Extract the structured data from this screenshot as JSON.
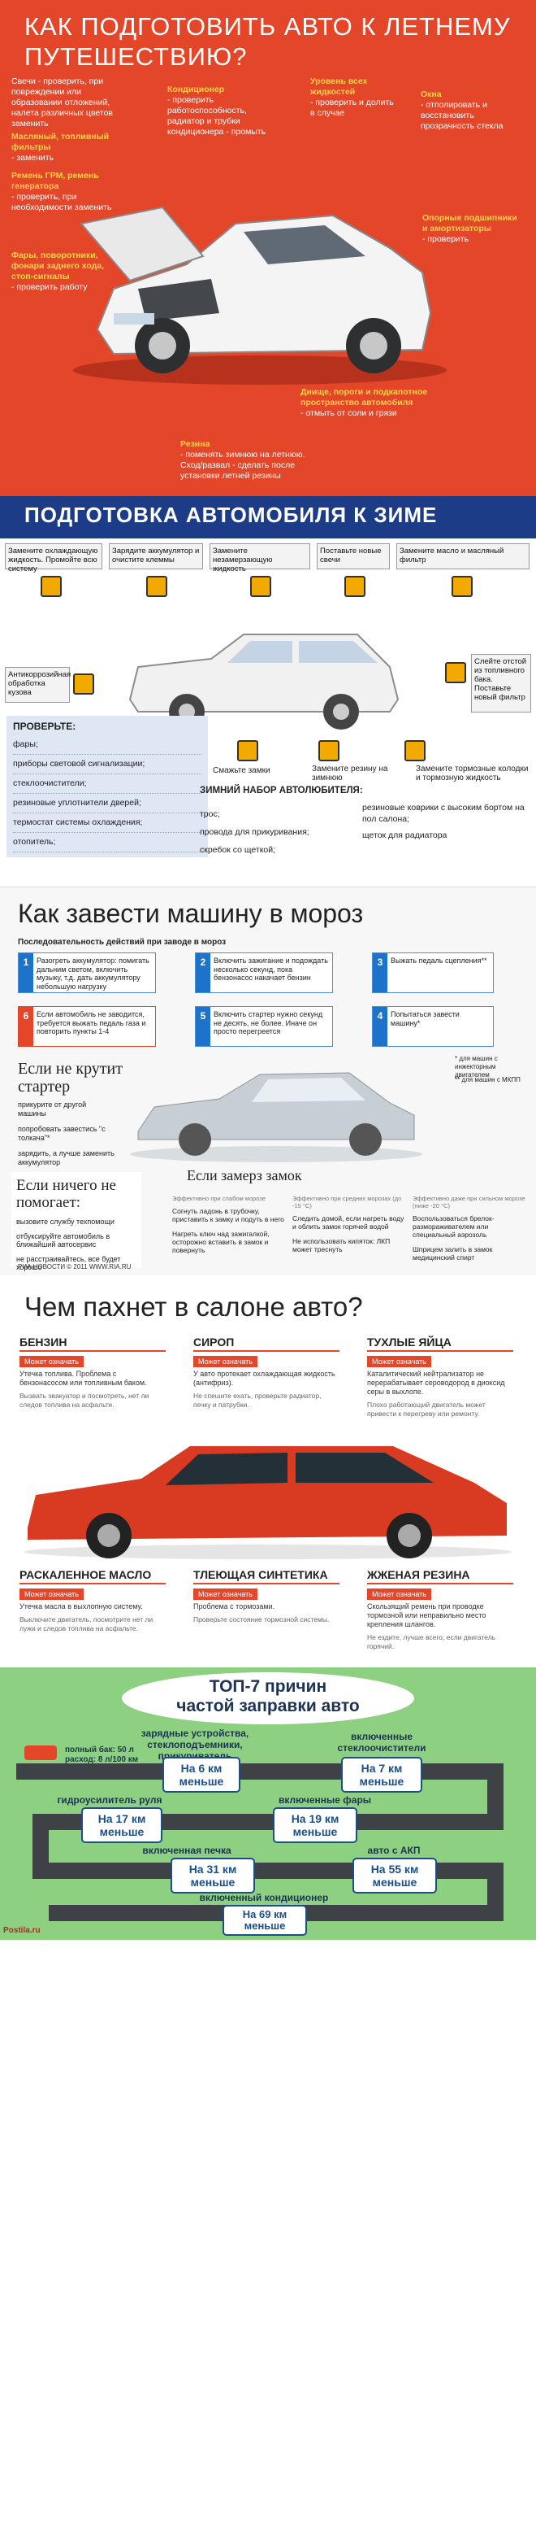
{
  "p1": {
    "title": "Как подготовить авто к летнему путешествию?",
    "callouts": {
      "svechi": "Свечи - проверить, при повреждении или образовании отложений, налета различных цветов заменить",
      "maslo_name": "Масляный, топливный фильтры",
      "maslo_text": "- заменить",
      "grm_name": "Ремень ГРМ, ремень генератора",
      "grm_text": "- проверить, при необходимости заменить",
      "fary_name": "Фары, поворотники, фонари заднего хода, стоп-сигналы",
      "fary_text": "- проверить работу",
      "kond_name": "Кондиционер",
      "kond_text": "- проверить работоспособность, радиатор и трубки кондиционера - промыть",
      "uroven_name": "Уровень всех жидкостей",
      "uroven_text": "- проверить и долить в случае",
      "okna_name": "Окна",
      "okna_text": "- отполировать и восстановить прозрачность стекла",
      "opor_name": "Опорные подшипники и амортизаторы",
      "opor_text": "- проверить",
      "dnishe_name": "Днище, пороги и подкапотное пространство автомобиля",
      "dnishe_text": "- отмыть от соли и грязи",
      "rezina_name": "Резина",
      "rezina_text": "- поменять зимнюю на летнюю. Сход/развал - сделать после установки летней резины"
    }
  },
  "p2": {
    "title": "ПОДГОТОВКА АВТОМОБИЛЯ К ЗИМЕ",
    "boxes": [
      "Замените охлаждающую жидкость. Промойте всю систему",
      "Зарядите аккумулятор и очистите клеммы",
      "Замените незамерзающую жидкость",
      "Поставьте новые свечи",
      "Замените масло и масляный фильтр"
    ],
    "antikor": "Антикоррозийная обработка кузова",
    "fuel": "Слейте отстой из топливного бака. Поставьте новый фильтр",
    "smazhte": "Смажьте замки",
    "rezina": "Замените резину на зимнюю",
    "kolodki": "Замените тормозные колодки и тормозную жидкость",
    "check_title": "ПРОВЕРЬТЕ:",
    "check_items": [
      "фары;",
      "приборы световой сигнализации;",
      "стеклоочистители;",
      "резиновые уплотнители дверей;",
      "термостат системы охлаждения;",
      "отопитель;"
    ],
    "kit_title": "ЗИМНИЙ НАБОР АВТОЛЮБИТЕЛЯ:",
    "kit_items": [
      "трос;",
      "резиновые коврики с высоким бортом на пол салона;",
      "провода для прикуривания;",
      "щеток для радиатора",
      "скребок со щеткой;"
    ]
  },
  "p3": {
    "title": "Как завести машину в мороз",
    "subtitle": "Последовательность действий при заводе в мороз",
    "steps": [
      {
        "n": "1",
        "t": "Разогреть аккумулятор: помигать дальним светом, включить музыку, т.д. дать аккумулятору небольшую нагрузку"
      },
      {
        "n": "2",
        "t": "Включить зажигание и подождать несколько секунд, пока бензонасос накачает бензин"
      },
      {
        "n": "3",
        "t": "Выжать педаль сцепления**"
      },
      {
        "n": "4",
        "t": "Попытаться завести машину*"
      },
      {
        "n": "5",
        "t": "Включить стартер нужно секунд не десять, не более. Иначе он просто перегреется"
      },
      {
        "n": "6",
        "t": "Если автомобиль не заводится, требуется выжать педаль газа и повторить пункты 1-4"
      }
    ],
    "note1": "* для машин с инжекторным двигателем",
    "note2": "** для машин с МКПП",
    "no_start_h": "Если не крутит стартер",
    "no_start_t1": "прикурите от другой машины",
    "no_start_t2": "попробовать завестись \"с толкача\"*",
    "no_start_t3": "зарядить, а лучше заменить аккумулятор",
    "lock_h": "Если замерз замок",
    "nothing_h": "Если ничего не помогает:",
    "nothing_items": [
      "вызовите службу техпомощи",
      "отбуксируйте автомобиль в ближайший автосервис",
      "не расстраивайтесь, все будет хорошо"
    ],
    "lock_cols": [
      {
        "e": "Эффективно при слабом морозе",
        "t": "Согнуть ладонь в трубочку, приставить к замку и подуть в него"
      },
      {
        "e": "Эффективно при средних морозах (до -15 °С)",
        "t": "Следить домой, если нагреть воду и облить замок горячей водой"
      },
      {
        "e": "Эффективно даже при сильном морозе (ниже -20 °С)",
        "t": "Воспользоваться брелок-размораживателем или специальный аэрозоль"
      }
    ],
    "lock_bottom": [
      "Нагреть ключ над зажигалкой, осторожно вставить в замок и повернуть",
      "Не использовать кипяток: ЛКП может треснуть",
      "Шприцем залить в замок медицинский спирт"
    ],
    "footer": "РИА НОВОСТИ © 2011  WWW.RIA.RU"
  },
  "p4": {
    "title": "Чем пахнет в салоне авто?",
    "tag": "Может означать",
    "smells": [
      {
        "n": "Бензин",
        "d": "Утечка топлива. Проблема с бензонасосом или топливным баком.",
        "w": "Вызвать эвакуатор и посмотреть, нет ли следов топлива на асфальте."
      },
      {
        "n": "Сироп",
        "d": "У авто протекает охлаждающая жидкость (антифриз).",
        "w": "Не спешите ехать, проверьте радиатор, печку и патрубки."
      },
      {
        "n": "Тухлые яйца",
        "d": "Каталитический нейтрализатор не перерабатывает сероводород в диоксид серы в выхлопе.",
        "w": "Плохо работающий двигатель может привести к перегреву или ремонту."
      },
      {
        "n": "Раскаленное масло",
        "d": "Утечка масла в выхлопную систему.",
        "w": "Выключите двигатель, посмотрите нет ли лужи и следов топлива на асфальте."
      },
      {
        "n": "Тлеющая синтетика",
        "d": "Проблема с тормозами.",
        "w": "Проверьте состояние тормозной системы."
      },
      {
        "n": "Жженая резина",
        "d": "Скользящий ремень при проводке тормозной или неправильно место крепления шлангов.",
        "w": "Не ездите, лучше всего, если двигатель горячий."
      }
    ]
  },
  "p5": {
    "title1": "ТОП-7 причин",
    "title2": "частой заправки авто",
    "full": "полный бак: 50 л\nрасход: 8 л/100 км",
    "items": [
      {
        "l": "зарядные устройства, стеклоподъемники, прикуриватель",
        "v": "На 6 км меньше"
      },
      {
        "l": "включенные стеклоочистители",
        "v": "На 7 км меньше"
      },
      {
        "l": "гидроусилитель руля",
        "v": "На 17 км меньше"
      },
      {
        "l": "включенные фары",
        "v": "На 19 км меньше"
      },
      {
        "l": "включенная печка",
        "v": "На 31 км меньше"
      },
      {
        "l": "авто с АКП",
        "v": "На 55 км меньше"
      },
      {
        "l": "включенный кондиционер",
        "v": "На 69 км меньше"
      }
    ],
    "footer_logo": "Postila.ru"
  },
  "colors": {
    "red": "#e4462a",
    "navy": "#1d3c87",
    "blue": "#1d73c9",
    "green": "#8ed081",
    "road": "#3e4247",
    "yellow": "#ffd24a"
  }
}
